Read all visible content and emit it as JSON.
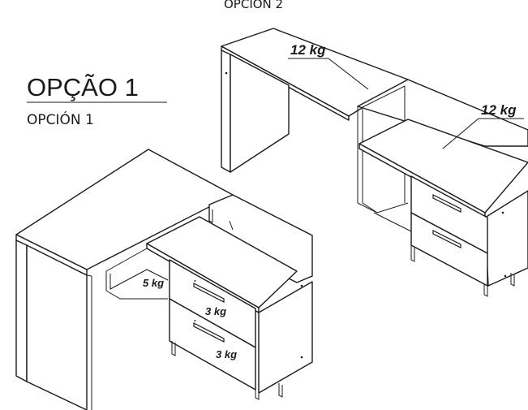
{
  "labels": {
    "option_top": "OPCIÓN 2",
    "option1_pt": "OPÇÃO 1",
    "option1_es": "OPCIÓN 1"
  },
  "weights": {
    "opt2_top": "12 kg",
    "opt2_side": "12 kg",
    "opt1_shelf": "5 kg",
    "opt1_drawer_top": "3 kg",
    "opt1_drawer_bottom": "3 kg"
  }
}
